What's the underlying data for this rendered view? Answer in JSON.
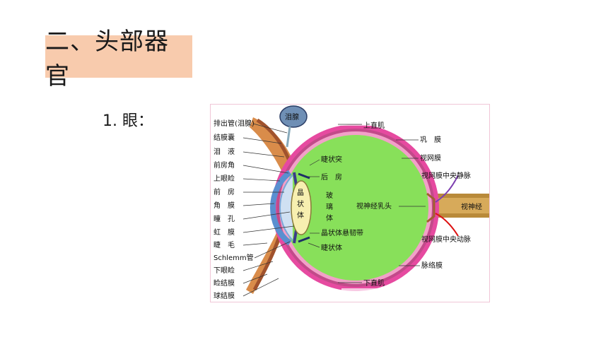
{
  "header": {
    "title": "二、头部器官"
  },
  "section": {
    "item": "1. 眼："
  },
  "diagram": {
    "labels_left": [
      "排出管(泪腺)",
      "结膜囊",
      "泪　液",
      "前房角",
      "上眼睑",
      "前　房",
      "角　膜",
      "瞳　孔",
      "虹　膜",
      "睫　毛",
      "Schlemm管",
      "下眼睑",
      "睑结膜",
      "球结膜"
    ],
    "gland": "泪腺",
    "top_muscle": "上直肌",
    "bottom_muscle": "下直肌",
    "right": {
      "sclera": "巩　膜",
      "retina": "视网膜",
      "vein": "视网膜中央静脉",
      "artery": "视网膜中央动脉",
      "choroid": "脉络膜",
      "optic_nerve": "视神经"
    },
    "inner": {
      "ciliary_process": "睫状突",
      "posterior_chamber": "后　房",
      "lens": "晶\n状\n体",
      "vitreous": "玻\n璃\n体",
      "optic_disc": "视神经乳头",
      "zonule": "晶状体悬韧带",
      "ciliary_body": "睫状体"
    }
  }
}
